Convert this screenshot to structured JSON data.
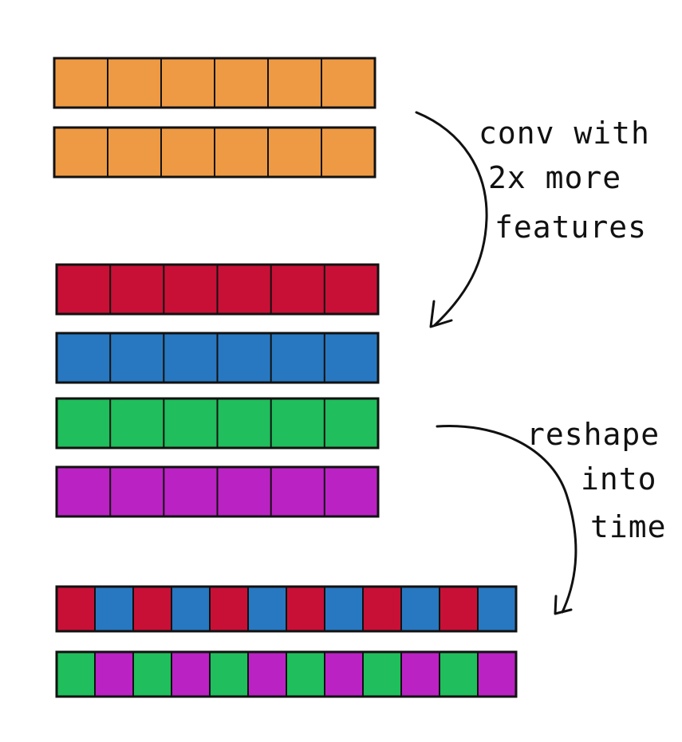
{
  "colors": {
    "orange": "#ee9a44",
    "red": "#c81036",
    "blue": "#2778c0",
    "green": "#20be5c",
    "purple": "#bb22c4",
    "stroke": "#111111"
  },
  "input": {
    "cells_per_row": 6,
    "rows": [
      {
        "name": "orange-row-1",
        "color": "orange"
      },
      {
        "name": "orange-row-2",
        "color": "orange"
      }
    ]
  },
  "conv_output": {
    "cells_per_row": 6,
    "rows": [
      {
        "name": "red-row",
        "color": "red"
      },
      {
        "name": "blue-row",
        "color": "blue"
      },
      {
        "name": "green-row",
        "color": "green"
      },
      {
        "name": "purple-row",
        "color": "purple"
      }
    ]
  },
  "reshaped": {
    "rows": [
      {
        "name": "red-blue-row",
        "pattern": [
          "red",
          "blue"
        ],
        "cells": 12
      },
      {
        "name": "green-purple-row",
        "pattern": [
          "green",
          "purple"
        ],
        "cells": 12
      }
    ]
  },
  "annotations": {
    "conv": [
      "conv with",
      "2x more",
      "features"
    ],
    "reshape": [
      "reshape",
      "into",
      "time"
    ]
  }
}
